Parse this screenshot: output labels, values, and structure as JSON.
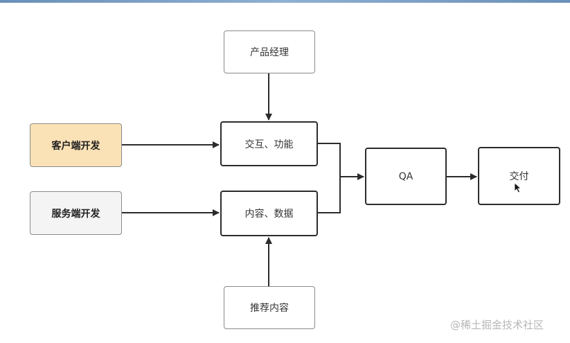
{
  "nodes": {
    "product_manager": "产品经理",
    "client_dev": "客户端开发",
    "server_dev": "服务端开发",
    "interaction_function": "交互、功能",
    "content_data": "内容、数据",
    "recommended_content": "推荐内容",
    "qa": "QA",
    "delivery": "交付"
  },
  "colors": {
    "client_dev_fill": "#fbe2b6",
    "server_dev_fill": "#f4f4f4",
    "connector": "#2b2b2b"
  },
  "watermark": "@稀土掘金技术社区"
}
